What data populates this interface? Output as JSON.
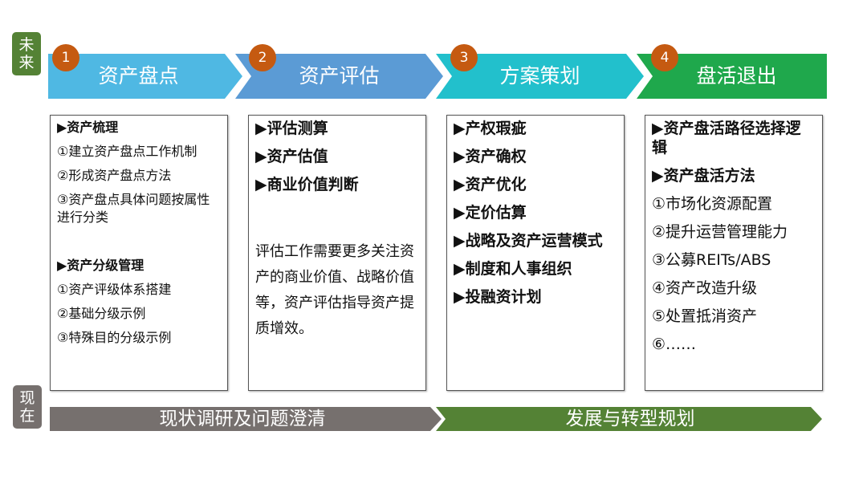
{
  "axis": {
    "future_label": "未来",
    "present_label": "现在"
  },
  "colors": {
    "stage1": "#4fb8e3",
    "stage2": "#5b9bd5",
    "stage3": "#22c0cc",
    "stage4": "#1fa84c",
    "badge": "#c55a11",
    "bar_gray": "#76706e",
    "bar_green": "#548235"
  },
  "stages": [
    {
      "number": "1",
      "title": "资产盘点",
      "items": [
        {
          "text": "▶资产梳理",
          "heading": true
        },
        {
          "text": "①建立资产盘点工作机制"
        },
        {
          "text": "②形成资产盘点方法"
        },
        {
          "text": "③资产盘点具体问题按属性进行分类"
        },
        {
          "text": "▶资产分级管理",
          "heading": true
        },
        {
          "text": "①资产评级体系搭建"
        },
        {
          "text": "②基础分级示例"
        },
        {
          "text": "③特殊目的分级示例"
        }
      ]
    },
    {
      "number": "2",
      "title": "资产评估",
      "items": [
        {
          "text": "▶评估测算",
          "heading": true
        },
        {
          "text": "▶资产估值",
          "heading": true
        },
        {
          "text": "▶商业价值判断",
          "heading": true
        }
      ],
      "paragraph": "评估工作需要更多关注资产的商业价值、战略价值等，资产评估指导资产提质增效。"
    },
    {
      "number": "3",
      "title": "方案策划",
      "items": [
        {
          "text": "▶产权瑕疵",
          "heading": true
        },
        {
          "text": "▶资产确权",
          "heading": true
        },
        {
          "text": "▶资产优化",
          "heading": true
        },
        {
          "text": "▶定价估算",
          "heading": true
        },
        {
          "text": "▶战略及资产运营模式",
          "heading": true
        },
        {
          "text": "▶制度和人事组织",
          "heading": true
        },
        {
          "text": "▶投融资计划",
          "heading": true
        }
      ]
    },
    {
      "number": "4",
      "title": "盘活退出",
      "items": [
        {
          "text": "▶资产盘活路径选择逻辑",
          "heading": true
        },
        {
          "text": "▶资产盘活方法",
          "heading": true
        },
        {
          "text": "①市场化资源配置"
        },
        {
          "text": "②提升运营管理能力"
        },
        {
          "text": "③公募REITs/ABS"
        },
        {
          "text": "④资产改造升级"
        },
        {
          "text": "⑤处置抵消资产"
        },
        {
          "text": "⑥……"
        }
      ]
    }
  ],
  "bottom": {
    "phase1": "现状调研及问题澄清",
    "phase2": "发展与转型规划"
  }
}
